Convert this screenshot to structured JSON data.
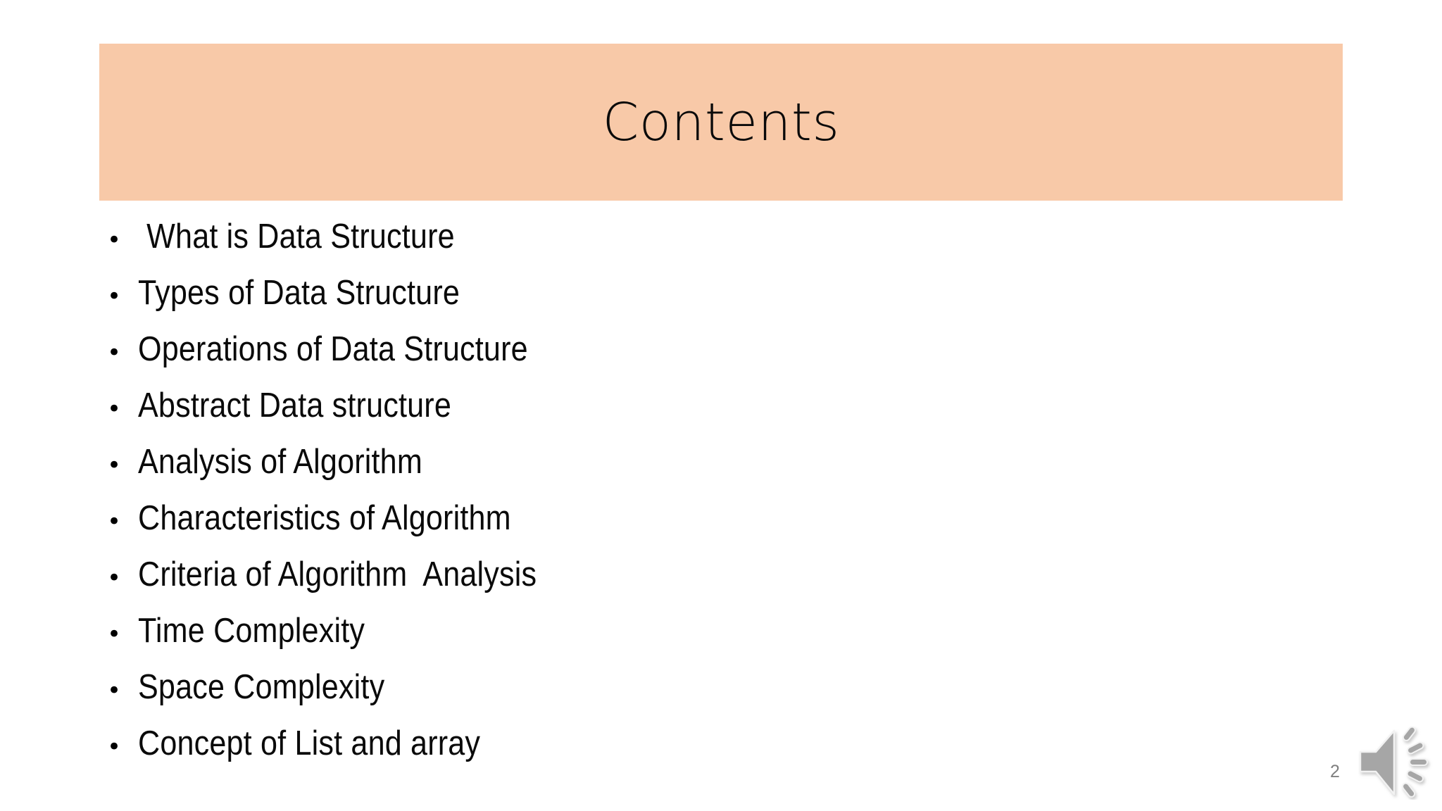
{
  "slide": {
    "page_number": "2",
    "background_color": "#ffffff",
    "title": {
      "text": "Contents",
      "band_color": "#f8c9a8",
      "text_color": "#0a0a0a"
    },
    "bullets": [
      {
        "marker": "•",
        "label": " What is Data Structure"
      },
      {
        "marker": "•",
        "label": "Types of Data Structure"
      },
      {
        "marker": "•",
        "label": "Operations of Data Structure"
      },
      {
        "marker": "•",
        "label": "Abstract Data structure"
      },
      {
        "marker": "•",
        "label": "Analysis of Algorithm"
      },
      {
        "marker": "•",
        "label": "Characteristics of Algorithm"
      },
      {
        "marker": "•",
        "label": "Criteria of Algorithm  Analysis"
      },
      {
        "marker": "•",
        "label": "Time Complexity"
      },
      {
        "marker": "•",
        "label": "Space Complexity"
      },
      {
        "marker": "•",
        "label": "Concept of List and array"
      }
    ],
    "media": {
      "audio_icon_name": "speaker-icon",
      "audio_icon_color": "#a6a6a6"
    }
  }
}
